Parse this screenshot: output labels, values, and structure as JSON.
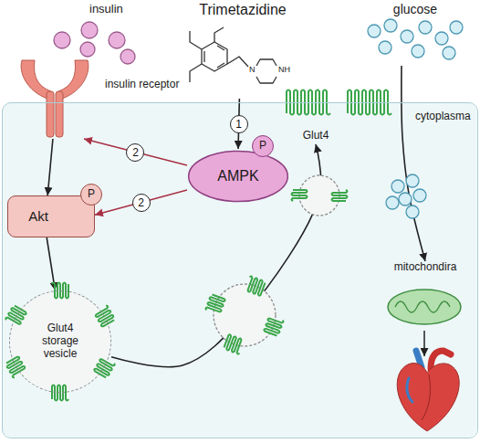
{
  "diagram": {
    "nodes": [
      {
        "text": [
          "cytoplasma"
        ]
      },
      {
        "text": [
          "Trimetazidine"
        ]
      },
      {
        "text": [
          "insulin receptor"
        ]
      },
      {
        "text": [
          "AMPK"
        ],
        "in": 0
      },
      {
        "text": [
          "P"
        ],
        "in": 3
      },
      {
        "text": [
          "Akt"
        ],
        "in": 0
      },
      {
        "text": [
          "P"
        ],
        "in": 5
      },
      {
        "text": [
          "Glut4 storage vesicle"
        ],
        "in": 0
      },
      {
        "text": [
          "Glut4"
        ],
        "in": 0
      },
      {
        "text": [
          "mitochondira"
        ],
        "in": 0
      },
      {
        "text": [
          "glucose"
        ]
      }
    ],
    "edges": [
      {
        "from": 1,
        "to": 3,
        "arrow": "to",
        "label": "1"
      },
      {
        "from": 3,
        "to": 2,
        "arrow": "to",
        "label": "2"
      },
      {
        "from": 3,
        "to": 5,
        "arrow": "to",
        "label": "2"
      },
      {
        "from": 2,
        "to": 5,
        "arrow": "to"
      },
      {
        "from": 5,
        "to": 7,
        "arrow": "to"
      },
      {
        "from": 7,
        "to": 8,
        "arrow": "to"
      },
      {
        "from": 10,
        "to": 9,
        "arrow": "to"
      }
    ],
    "labels": [
      "insulin",
      "N",
      "NH"
    ]
  }
}
